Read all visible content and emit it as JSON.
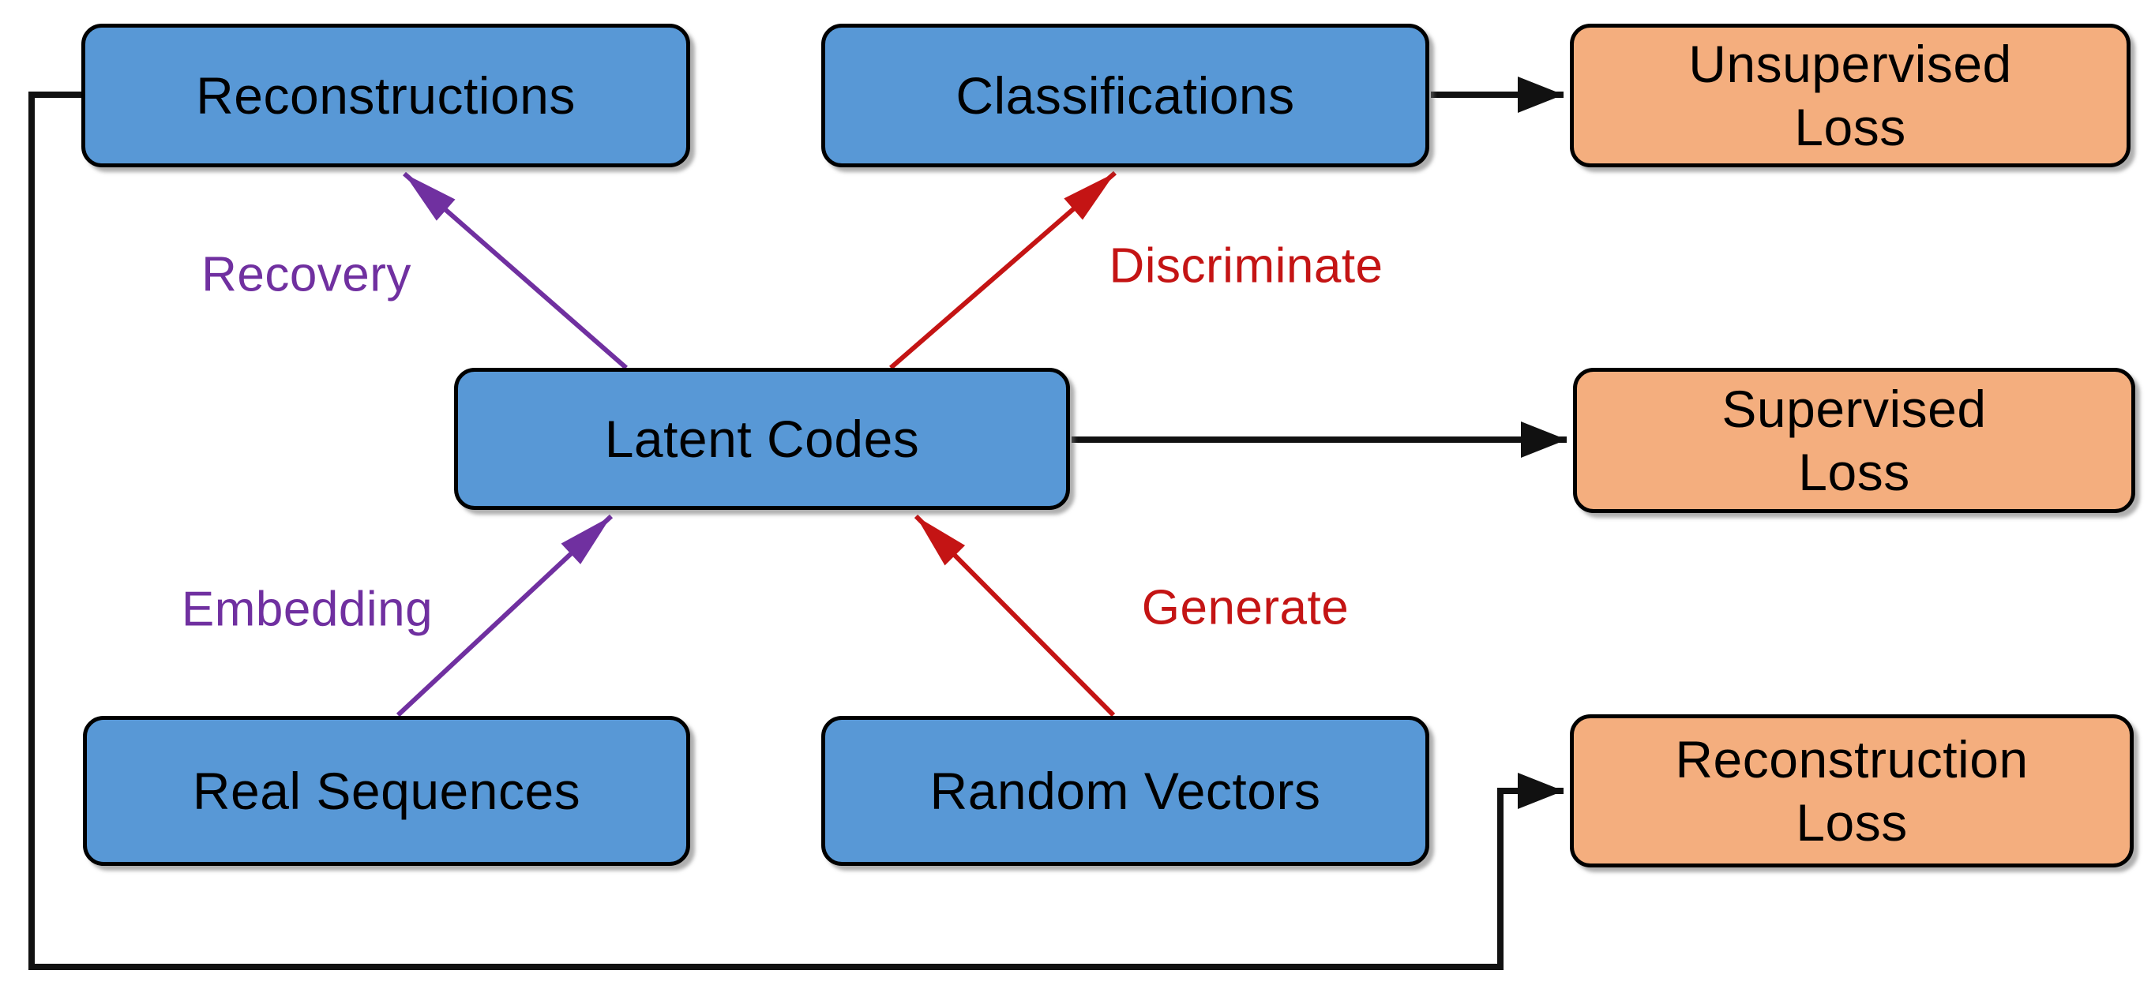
{
  "diagram": {
    "nodes": [
      {
        "id": "reconstructions",
        "label": "Reconstructions",
        "kind": "data"
      },
      {
        "id": "classifications",
        "label": "Classifications",
        "kind": "data"
      },
      {
        "id": "unsupervised-loss",
        "label": "Unsupervised\nLoss",
        "kind": "loss"
      },
      {
        "id": "latent-codes",
        "label": "Latent Codes",
        "kind": "data"
      },
      {
        "id": "supervised-loss",
        "label": "Supervised\nLoss",
        "kind": "loss"
      },
      {
        "id": "real-sequences",
        "label": "Real Sequences",
        "kind": "data"
      },
      {
        "id": "random-vectors",
        "label": "Random Vectors",
        "kind": "data"
      },
      {
        "id": "reconstruction-loss",
        "label": "Reconstruction\nLoss",
        "kind": "loss"
      }
    ],
    "edge_labels": [
      {
        "id": "recovery",
        "label": "Recovery",
        "color": "#7030A0"
      },
      {
        "id": "discriminate",
        "label": "Discriminate",
        "color": "#C41414"
      },
      {
        "id": "embedding",
        "label": "Embedding",
        "color": "#7030A0"
      },
      {
        "id": "generate",
        "label": "Generate",
        "color": "#C41414"
      }
    ],
    "edges": [
      {
        "id": "recovery-arrow",
        "from": "latent-codes",
        "to": "reconstructions",
        "color": "#7030A0"
      },
      {
        "id": "discriminate-arrow",
        "from": "latent-codes",
        "to": "classifications",
        "color": "#C41414"
      },
      {
        "id": "embedding-arrow",
        "from": "real-sequences",
        "to": "latent-codes",
        "color": "#7030A0"
      },
      {
        "id": "generate-arrow",
        "from": "random-vectors",
        "to": "latent-codes",
        "color": "#C41414"
      },
      {
        "id": "unsupervised-loss-arrow",
        "from": "classifications",
        "to": "unsupervised-loss",
        "color": "#111111"
      },
      {
        "id": "supervised-loss-arrow",
        "from": "latent-codes",
        "to": "supervised-loss",
        "color": "#111111"
      },
      {
        "id": "reconstruction-loss-arrow",
        "from": "reconstructions",
        "to": "reconstruction-loss",
        "color": "#111111"
      }
    ],
    "colors": {
      "background": "#FFFFFF",
      "node_fill_blue": "#5898D6",
      "node_fill_orange": "#F4AE7E",
      "node_border": "#000000",
      "node_text": "#000000",
      "arrow_black": "#111111",
      "arrow_purple": "#7030A0",
      "arrow_red": "#C41414"
    }
  }
}
